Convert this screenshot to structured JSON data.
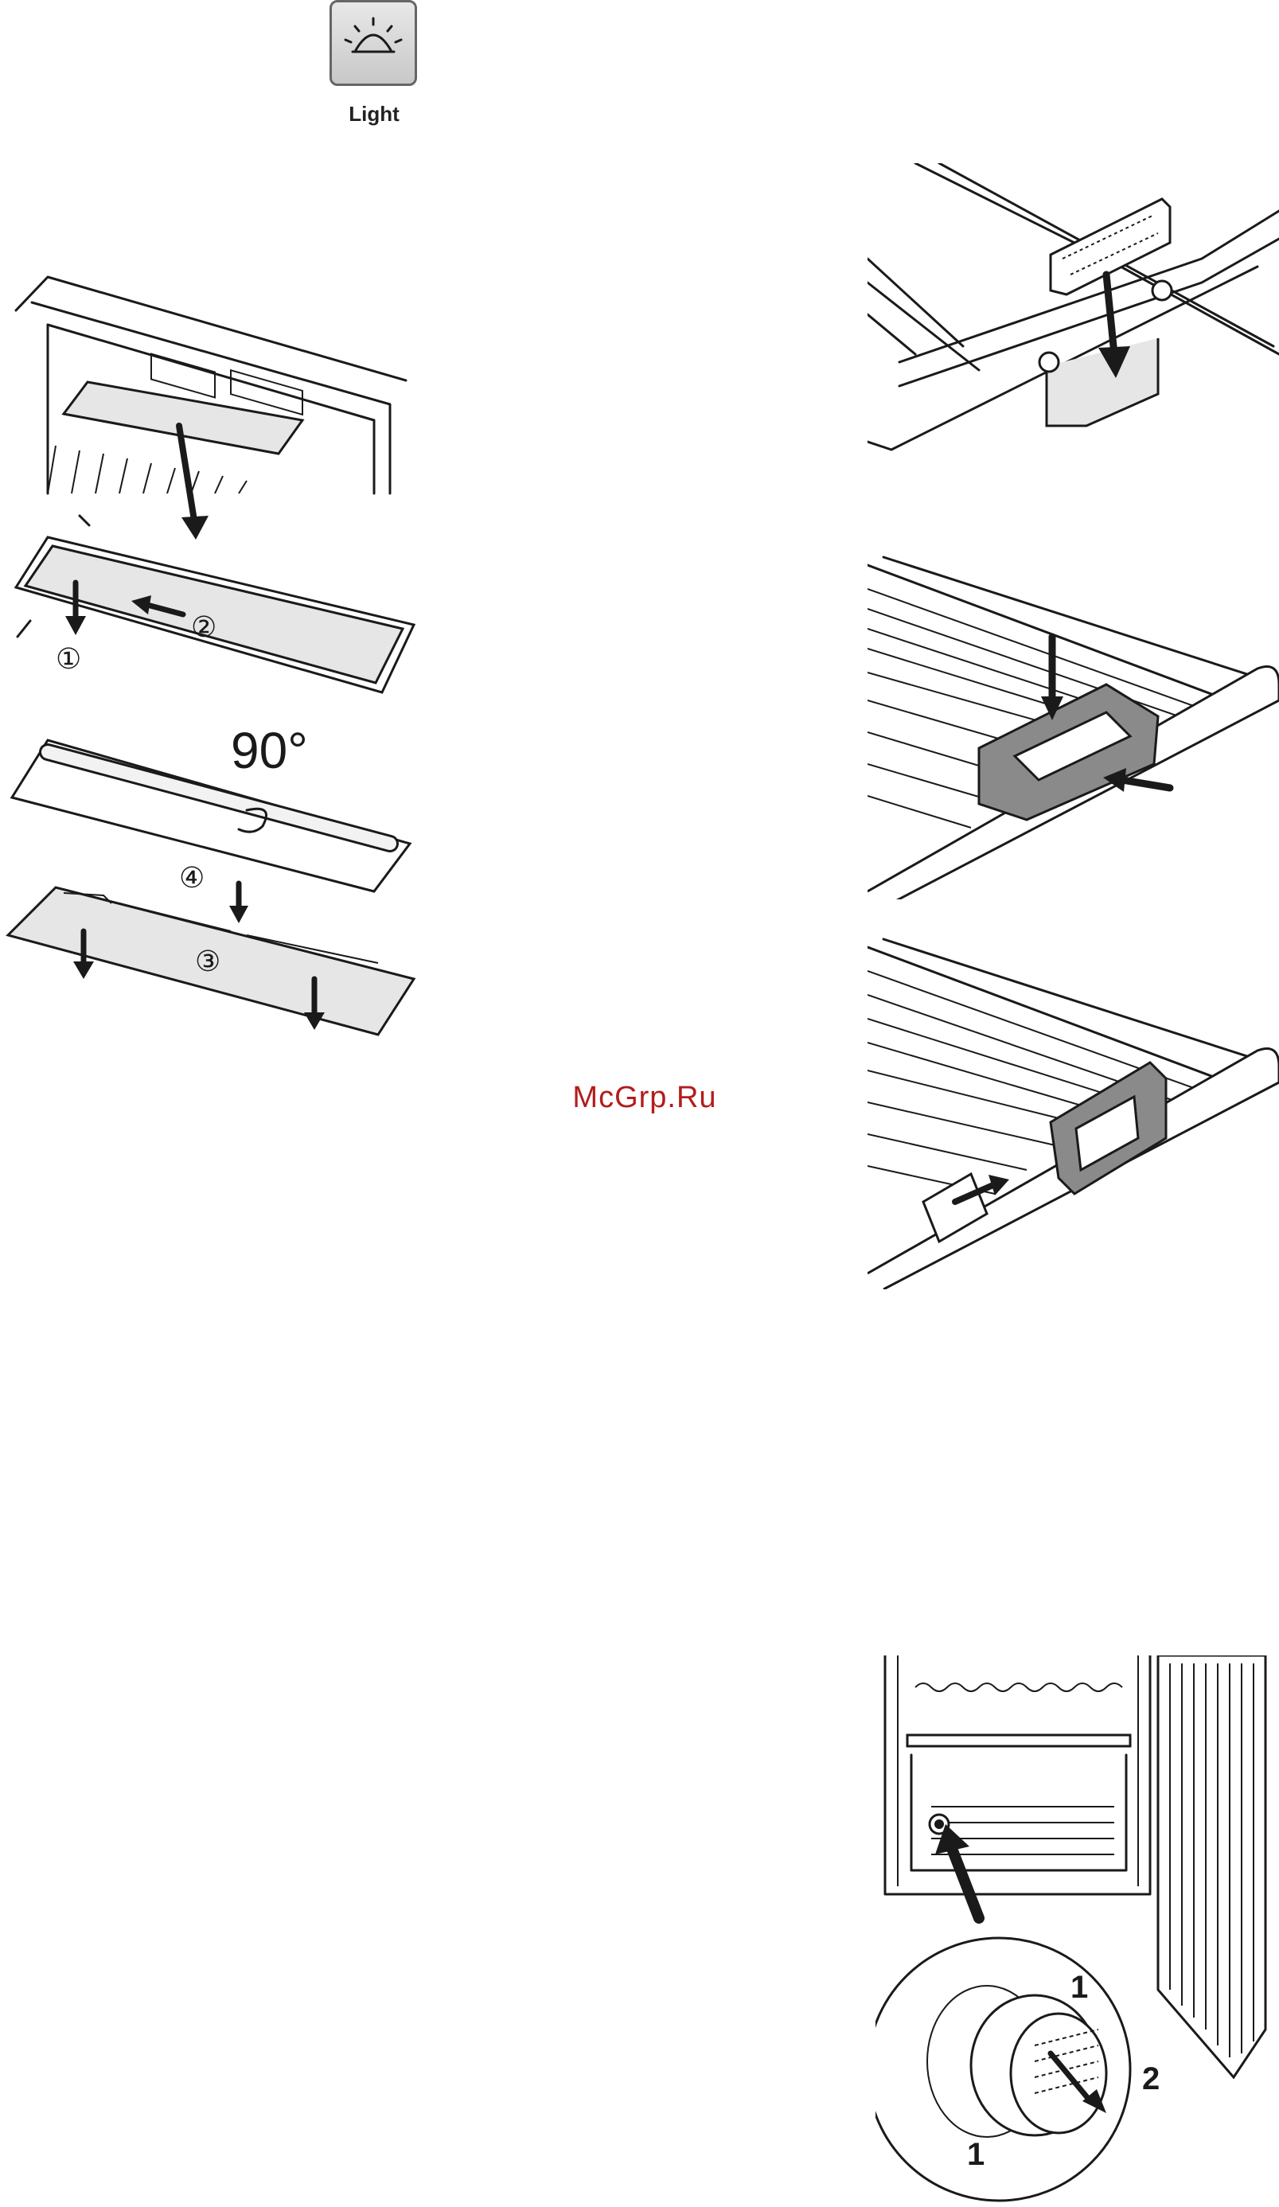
{
  "light_button": {
    "label": "Light",
    "icon": "light-icon"
  },
  "watermark": "McGrp.Ru",
  "lamp_figure": {
    "step1": "①",
    "step2": "②",
    "step3": "③",
    "step4": "④",
    "angle": "90°"
  },
  "fan_figure": {
    "label1a": "1",
    "label1b": "1",
    "label2": "2"
  },
  "colors": {
    "watermark": "#b31c1c",
    "part_fill": "#8a8a8a"
  }
}
